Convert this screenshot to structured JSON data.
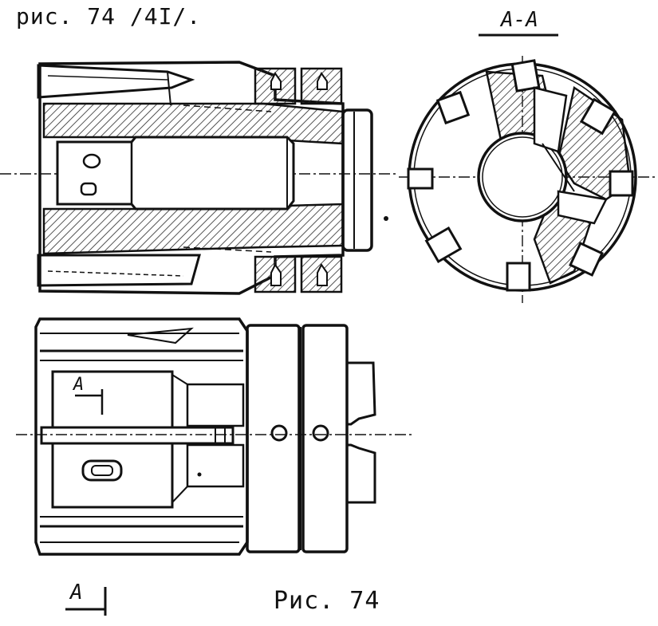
{
  "figure": {
    "ref_text": "рис. 74 /4I/.",
    "section_title": "А-А",
    "caption": "Рис. 74",
    "cut_labels": [
      "А",
      "А"
    ]
  },
  "colors": {
    "ink": "#111111",
    "paper": "#ffffff",
    "hatch": "#2a2a2a"
  }
}
